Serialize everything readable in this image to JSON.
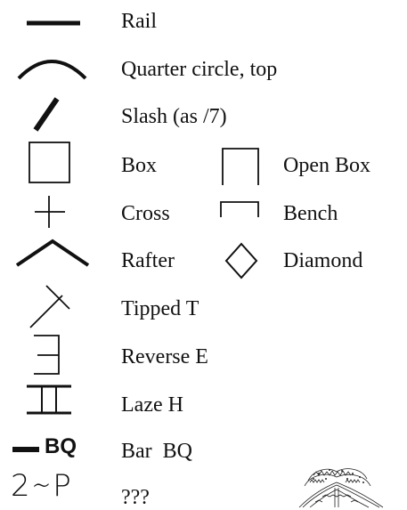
{
  "legend": {
    "items": [
      {
        "symbol": "rail-icon",
        "label": "Rail"
      },
      {
        "symbol": "quarter-circle-top-icon",
        "label": "Quarter circle, top"
      },
      {
        "symbol": "slash-icon",
        "label": "Slash (as /7)"
      },
      {
        "symbol": "box-icon",
        "label": "Box"
      },
      {
        "symbol": "open-box-icon",
        "label": "Open Box"
      },
      {
        "symbol": "cross-icon",
        "label": "Cross"
      },
      {
        "symbol": "bench-icon",
        "label": "Bench"
      },
      {
        "symbol": "rafter-icon",
        "label": "Rafter"
      },
      {
        "symbol": "diamond-icon",
        "label": "Diamond"
      },
      {
        "symbol": "tipped-t-icon",
        "label": "Tipped T"
      },
      {
        "symbol": "reverse-e-icon",
        "label": "Reverse E"
      },
      {
        "symbol": "laze-h-icon",
        "label": "Laze H"
      },
      {
        "symbol": "bar-bq-icon",
        "label": "Bar  BQ",
        "symbol_text": "BQ"
      },
      {
        "symbol": "unknown-brand-icon",
        "label": "???",
        "symbol_text": "2∼P"
      }
    ]
  },
  "decor": {
    "tree_icon": "tree-engraving-icon"
  }
}
